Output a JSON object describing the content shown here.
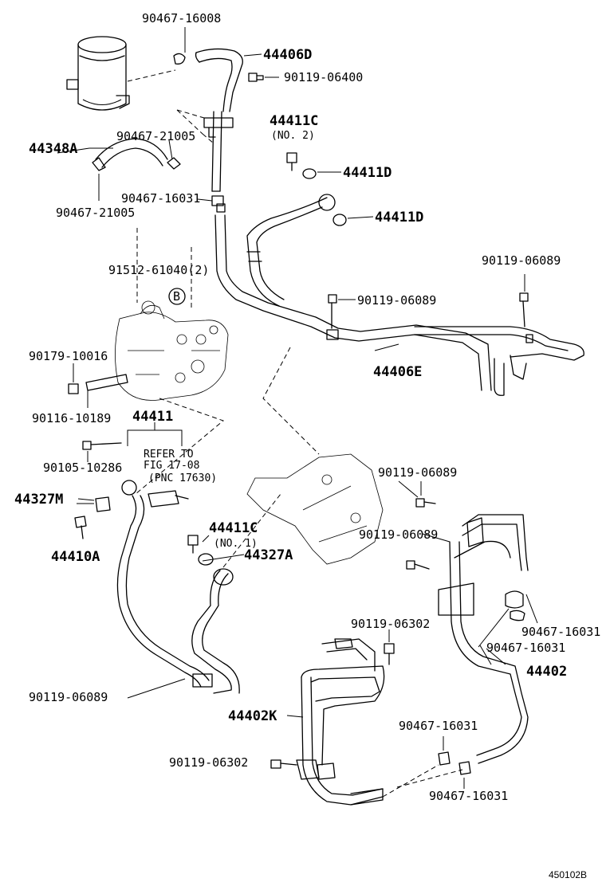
{
  "labels": {
    "p_90467_16008": "90467-16008",
    "p_44406D": "44406D",
    "p_90119_06400": "90119-06400",
    "p_44411C_2": "44411C",
    "p_no2": "(NO. 2)",
    "p_90467_21005_a": "90467-21005",
    "p_44348A": "44348A",
    "p_44411D_a": "44411D",
    "p_90467_16031_top": "90467-16031",
    "p_44411D_b": "44411D",
    "p_90467_21005_b": "90467-21005",
    "p_91512": "91512-61040(2)",
    "p_B": "B",
    "p_90119_06089_right": "90119-06089",
    "p_90119_06089_mid": "90119-06089",
    "p_90179": "90179-10016",
    "p_44406E": "44406E",
    "p_90116": "90116-10189",
    "p_44411": "44411",
    "p_refer": "REFER TO",
    "p_fig": "FIG 17-08",
    "p_pnc": "(PNC 17630)",
    "p_90105": "90105-10286",
    "p_90119_06089_b": "90119-06089",
    "p_44327M": "44327M",
    "p_44411C_1": "44411C",
    "p_no1": "(NO. 1)",
    "p_90119_06089_c": "90119-06089",
    "p_44327A": "44327A",
    "p_44410A": "44410A",
    "p_90467_16031_r1": "90467-16031",
    "p_90119_06302_a": "90119-06302",
    "p_90467_16031_r2": "90467-16031",
    "p_44402": "44402",
    "p_90119_06089_d": "90119-06089",
    "p_44402K": "44402K",
    "p_90467_16031_r3": "90467-16031",
    "p_90119_06302_b": "90119-06302",
    "p_90467_16031_r4": "90467-16031",
    "diagram_id": "450102B"
  }
}
